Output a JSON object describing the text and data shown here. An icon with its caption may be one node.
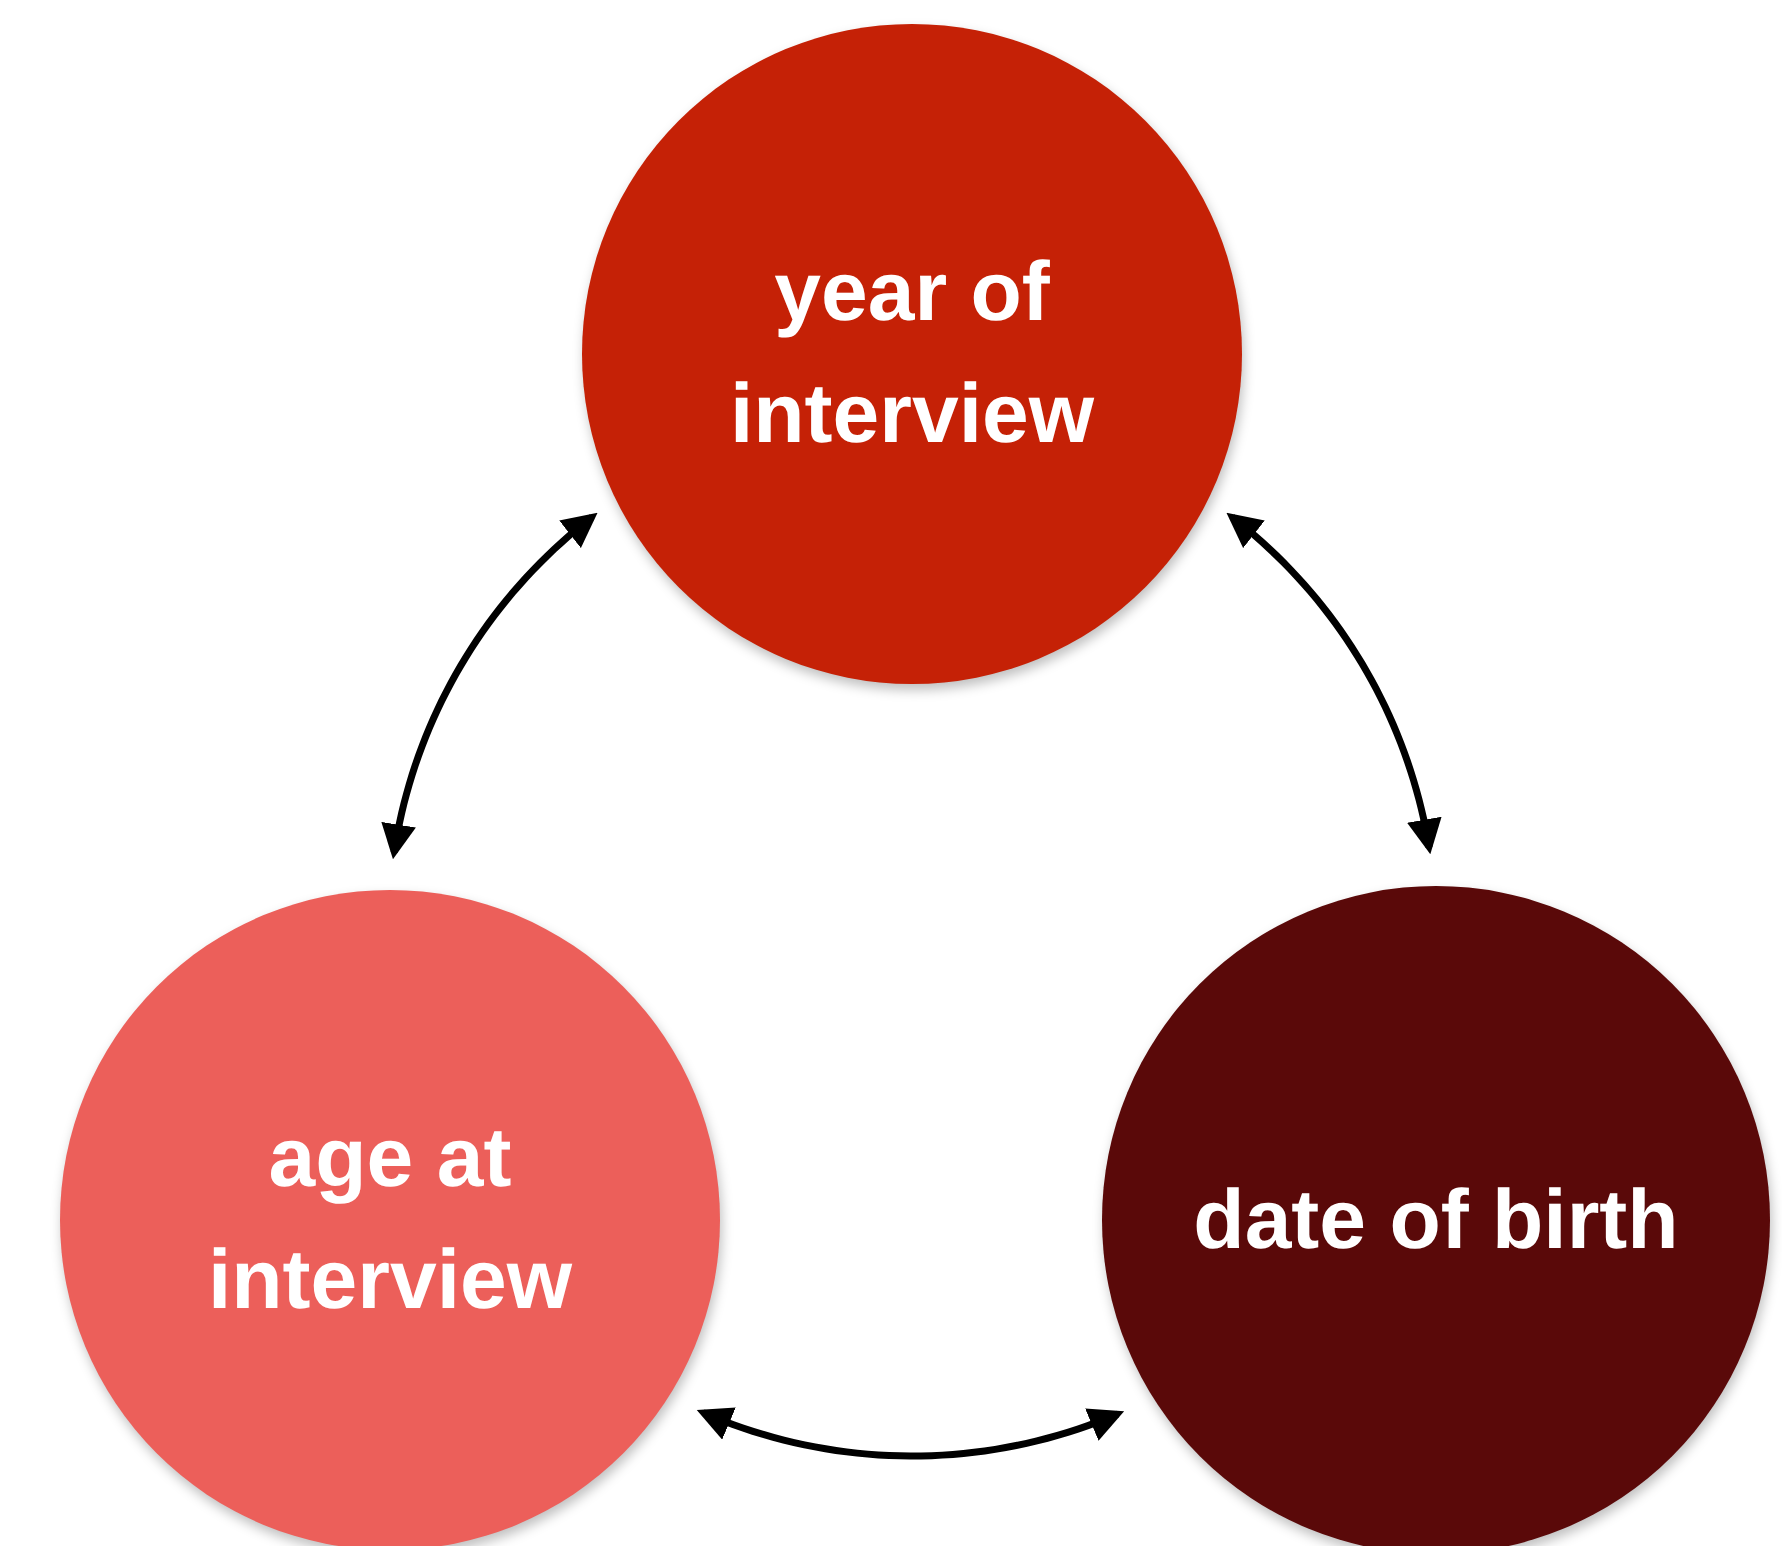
{
  "diagram": {
    "nodes": [
      {
        "text": [
          "year of interview"
        ]
      },
      {
        "text": [
          "age at interview"
        ]
      },
      {
        "text": [
          "date of birth"
        ]
      }
    ],
    "edges": [
      {
        "from": 0,
        "to": 1,
        "arrow": "both"
      },
      {
        "from": 0,
        "to": 2,
        "arrow": "both"
      },
      {
        "from": 1,
        "to": 2,
        "arrow": "both"
      }
    ]
  }
}
